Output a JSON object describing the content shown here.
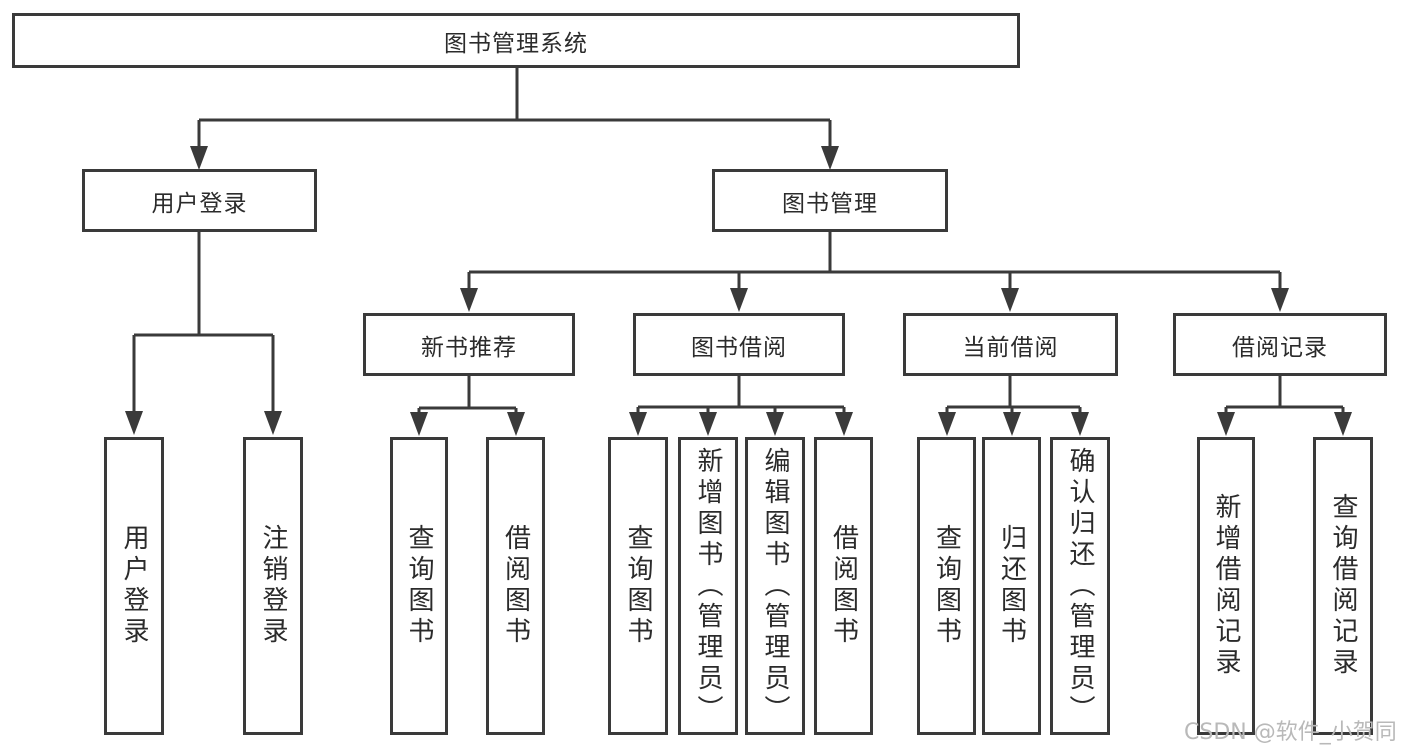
{
  "diagram": {
    "colors": {
      "background": "#ffffff",
      "line": "#3a3a3a",
      "text": "#2b2b2b",
      "watermark": "#b9b9b9"
    },
    "root": {
      "label": "图书管理系统"
    },
    "branches": [
      {
        "label": "用户登录",
        "children": [
          {
            "label": "用户登录"
          },
          {
            "label": "注销登录"
          }
        ]
      },
      {
        "label": "图书管理",
        "groups": [
          {
            "label": "新书推荐",
            "children": [
              {
                "label": "查询图书"
              },
              {
                "label": "借阅图书"
              }
            ]
          },
          {
            "label": "图书借阅",
            "children": [
              {
                "label": "查询图书"
              },
              {
                "label": "新增图书（管理员）"
              },
              {
                "label": "编辑图书（管理员）"
              },
              {
                "label": "借阅图书"
              }
            ]
          },
          {
            "label": "当前借阅",
            "children": [
              {
                "label": "查询图书"
              },
              {
                "label": "归还图书"
              },
              {
                "label": "确认归还（管理员）"
              }
            ]
          },
          {
            "label": "借阅记录",
            "children": [
              {
                "label": "新增借阅记录"
              },
              {
                "label": "查询借阅记录"
              }
            ]
          }
        ]
      }
    ],
    "watermark": {
      "text": "CSDN @软件_小贺同学"
    }
  }
}
